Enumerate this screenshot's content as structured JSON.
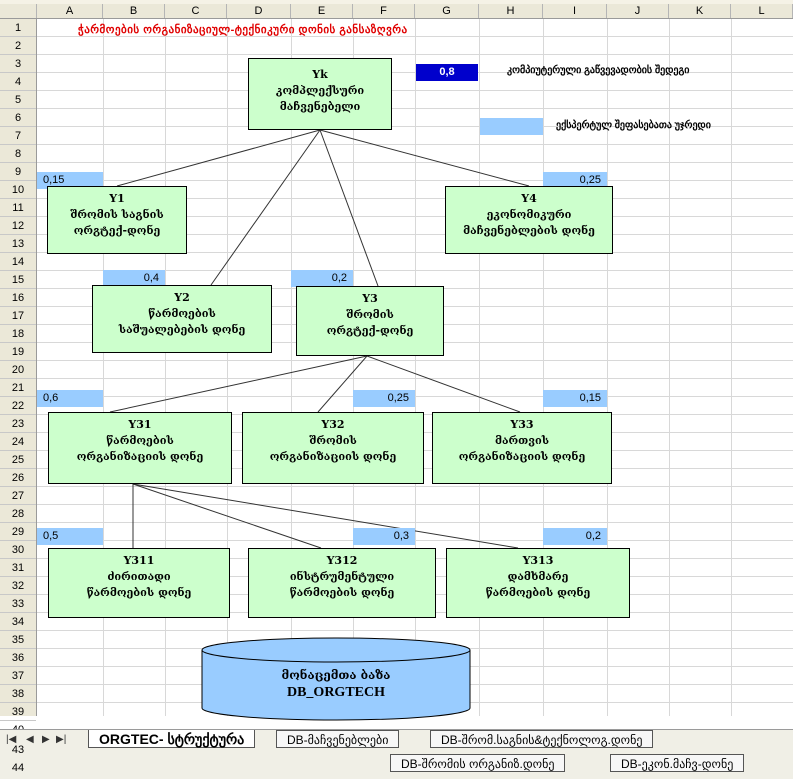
{
  "columns": [
    "A",
    "B",
    "C",
    "D",
    "E",
    "F",
    "G",
    "H",
    "I",
    "J",
    "K",
    "L"
  ],
  "rows": [
    "1",
    "2",
    "3",
    "4",
    "5",
    "6",
    "7",
    "8",
    "9",
    "10",
    "11",
    "12",
    "13",
    "14",
    "15",
    "16",
    "17",
    "18",
    "19",
    "20",
    "21",
    "22",
    "23",
    "24",
    "25",
    "26",
    "27",
    "28",
    "29",
    "30",
    "31",
    "32",
    "33",
    "34",
    "35",
    "36",
    "37",
    "38",
    "39",
    "40"
  ],
  "extra_rows": [
    "43",
    "44"
  ],
  "sheet_title": "ჭარმოების ორგანიზაციულ-ტექნიკური დონის განსაზღვრა",
  "header_value": "0,8",
  "legend": {
    "calc_label": "კომპიუტერული გაწვევადობის შედეგი",
    "expert_label": "ექსპერტულ შეფასებათა უჯრედი"
  },
  "weights": {
    "y1": "0,15",
    "y4": "0,25",
    "y2": "0,4",
    "y3": "0,2",
    "y31": "0,6",
    "y32": "0,25",
    "y33": "0,15",
    "y311": "0,5",
    "y312": "0,3",
    "y313": "0,2"
  },
  "nodes": {
    "yk": {
      "code": "Yk",
      "line1": "კომპლექსური",
      "line2": "მაჩვენებელი"
    },
    "y1": {
      "code": "Y1",
      "line1": "შრომის საგნის",
      "line2": "ორგტექ-დონე"
    },
    "y4": {
      "code": "Y4",
      "line1": "ეკონომიკური",
      "line2": "მაჩვენებლების დონე"
    },
    "y2": {
      "code": "Y2",
      "line1": "წარმოების",
      "line2": "საშუალებების დონე"
    },
    "y3": {
      "code": "Y3",
      "line1": "შრომის",
      "line2": "ორგტექ-დონე"
    },
    "y31": {
      "code": "Y31",
      "line1": "წარმოების",
      "line2": "ორგანიზაციის დონე"
    },
    "y32": {
      "code": "Y32",
      "line1": "შრომის",
      "line2": "ორგანიზაციის დონე"
    },
    "y33": {
      "code": "Y33",
      "line1": "მართვის",
      "line2": "ორგანიზაციის დონე"
    },
    "y311": {
      "code": "Y311",
      "line1": "ძირითადი",
      "line2": "წარმოების დონე"
    },
    "y312": {
      "code": "Y312",
      "line1": "ინსტრუმენტული",
      "line2": "წარმოების დონე"
    },
    "y313": {
      "code": "Y313",
      "line1": "დამხმარე",
      "line2": "წარმოების დონე"
    }
  },
  "database": {
    "line1": "მონაცემთა ბაზა",
    "line2": "DB_ORGTECH"
  },
  "tabs": {
    "active": "ORGTEC- სტრუქტურა",
    "t2": "DB-მაჩვენებლები",
    "t3": "DB-შრომ.საგნის&ტექნოლოგ.დონე",
    "t4": "DB-შრომის ორგანიზ.დონე",
    "t5": "DB-ეკონ.მაჩვ-დონე"
  },
  "colors": {
    "node_fill": "#ccffcc",
    "weight_cell": "#99ccff",
    "result_cell": "#0000cc",
    "title": "#e00000",
    "db_fill": "#99ccff"
  }
}
